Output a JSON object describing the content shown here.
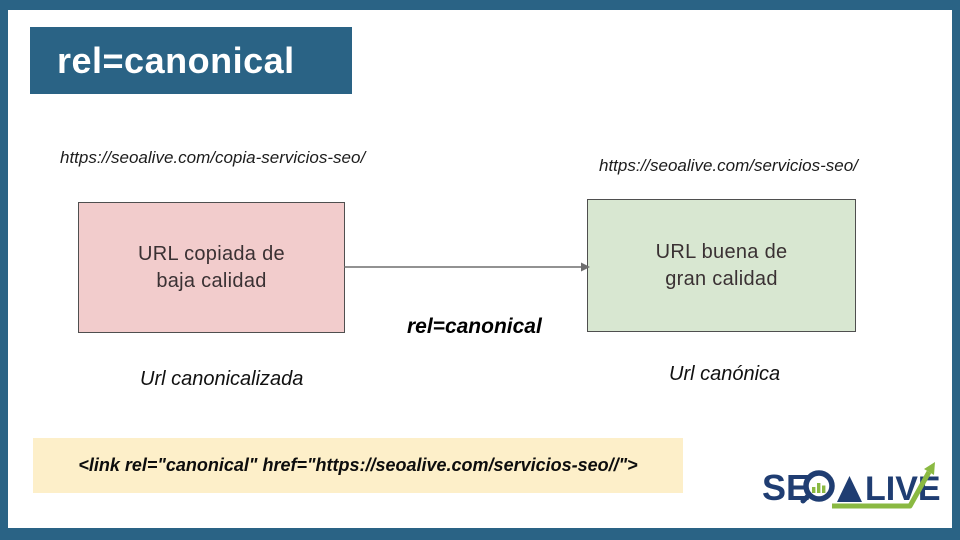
{
  "colors": {
    "teal": "#2a6385",
    "pink-fill": "#f2cccc",
    "green-fill": "#d8e7d1",
    "box-border": "#4f4f4f",
    "yellow-fill": "#fdefc9",
    "arrow-gray": "#6e6e6e",
    "text-dark": "#3a3133",
    "logo-navy": "#1f3d72",
    "logo-green": "#8ab942"
  },
  "title": "rel=canonical",
  "left_page": {
    "url": "https://seoalive.com/copia-servicios-seo/",
    "box": {
      "line1": "URL copiada de",
      "line2": "baja calidad"
    },
    "caption": "Url canonicalizada"
  },
  "right_page": {
    "url": "https://seoalive.com/servicios-seo/",
    "box": {
      "line1": "URL buena de",
      "line2": "gran calidad"
    },
    "caption": "Url canónica"
  },
  "relation": {
    "arrow_label": "rel=canonical"
  },
  "code_snippet": "<link rel=\"canonical\" href=\"https://seoalive.com/servicios-seo//\">",
  "logo": {
    "se": "SE",
    "live": "LIVE",
    "icons": {
      "magnifier": "magnifier-bar-chart-icon",
      "letter_a": "triangle-letter-a",
      "arrow": "growth-arrow-icon"
    }
  }
}
